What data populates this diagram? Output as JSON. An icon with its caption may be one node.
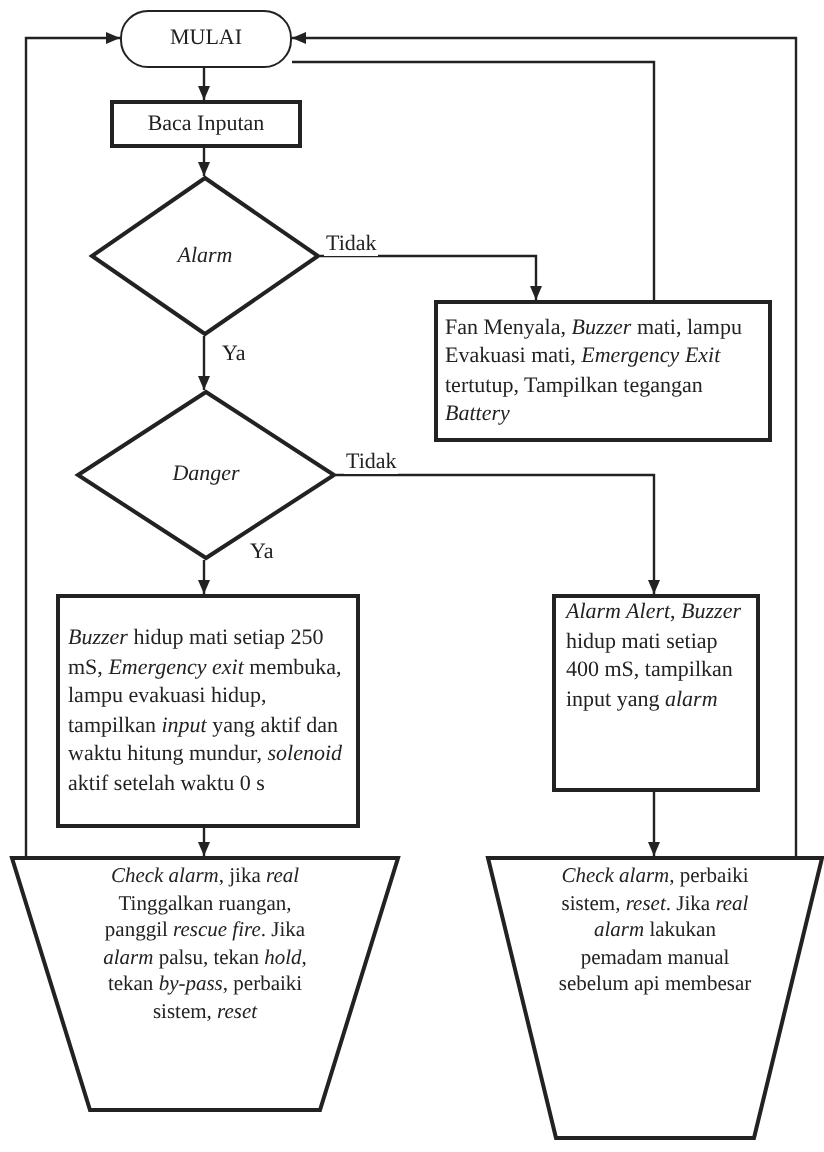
{
  "diagram": {
    "nodes": [
      {
        "text": [
          "MULAI"
        ]
      },
      {
        "text": [
          "Baca Inputan"
        ]
      },
      {
        "text": [
          "Alarm"
        ]
      },
      {
        "text": [
          "Fan Menyala, *Buzzer* mati, lampu Evakuasi mati, *Emergency Exit* tertutup, Tampilkan tegangan *Battery*"
        ]
      },
      {
        "text": [
          "Danger"
        ]
      },
      {
        "text": [
          "*Buzzer* hidup mati setiap 250 mS, *Emergency exit* membuka, lampu evakuasi hidup, tampilkan *input* yang aktif dan waktu hitung mundur, *solenoid* aktif setelah waktu 0 s"
        ]
      },
      {
        "text": [
          "*Alarm Alert*, *Buzzer* hidup mati setiap 400 mS, tampilkan input yang *alarm*"
        ]
      },
      {
        "text": [
          "*Check alarm*, jika *real* Tinggalkan ruangan, panggil *rescue fire*. Jika *alarm* palsu, tekan *hold*, tekan *by-pass*, perbaiki sistem, *reset*"
        ]
      },
      {
        "text": [
          "*Check alarm*, perbaiki sistem, *reset*. Jika *real alarm* lakukan pemadam manual sebelum api membesar"
        ]
      }
    ],
    "edges": [
      {
        "from": 0,
        "to": 1,
        "arrow": "to"
      },
      {
        "from": 1,
        "to": 2,
        "arrow": "to"
      },
      {
        "from": 2,
        "to": 3,
        "arrow": "to",
        "label": "Tidak"
      },
      {
        "from": 2,
        "to": 4,
        "arrow": "to",
        "label": "Ya"
      },
      {
        "from": 3,
        "to": 0,
        "arrow": "none"
      },
      {
        "from": 4,
        "to": 5,
        "arrow": "to",
        "label": "Ya"
      },
      {
        "from": 4,
        "to": 6,
        "arrow": "to",
        "label": "Tidak"
      },
      {
        "from": 5,
        "to": 7,
        "arrow": "to"
      },
      {
        "from": 6,
        "to": 8,
        "arrow": "to"
      },
      {
        "from": 7,
        "to": 0,
        "arrow": "to"
      },
      {
        "from": 8,
        "to": 0,
        "arrow": "to"
      }
    ]
  }
}
